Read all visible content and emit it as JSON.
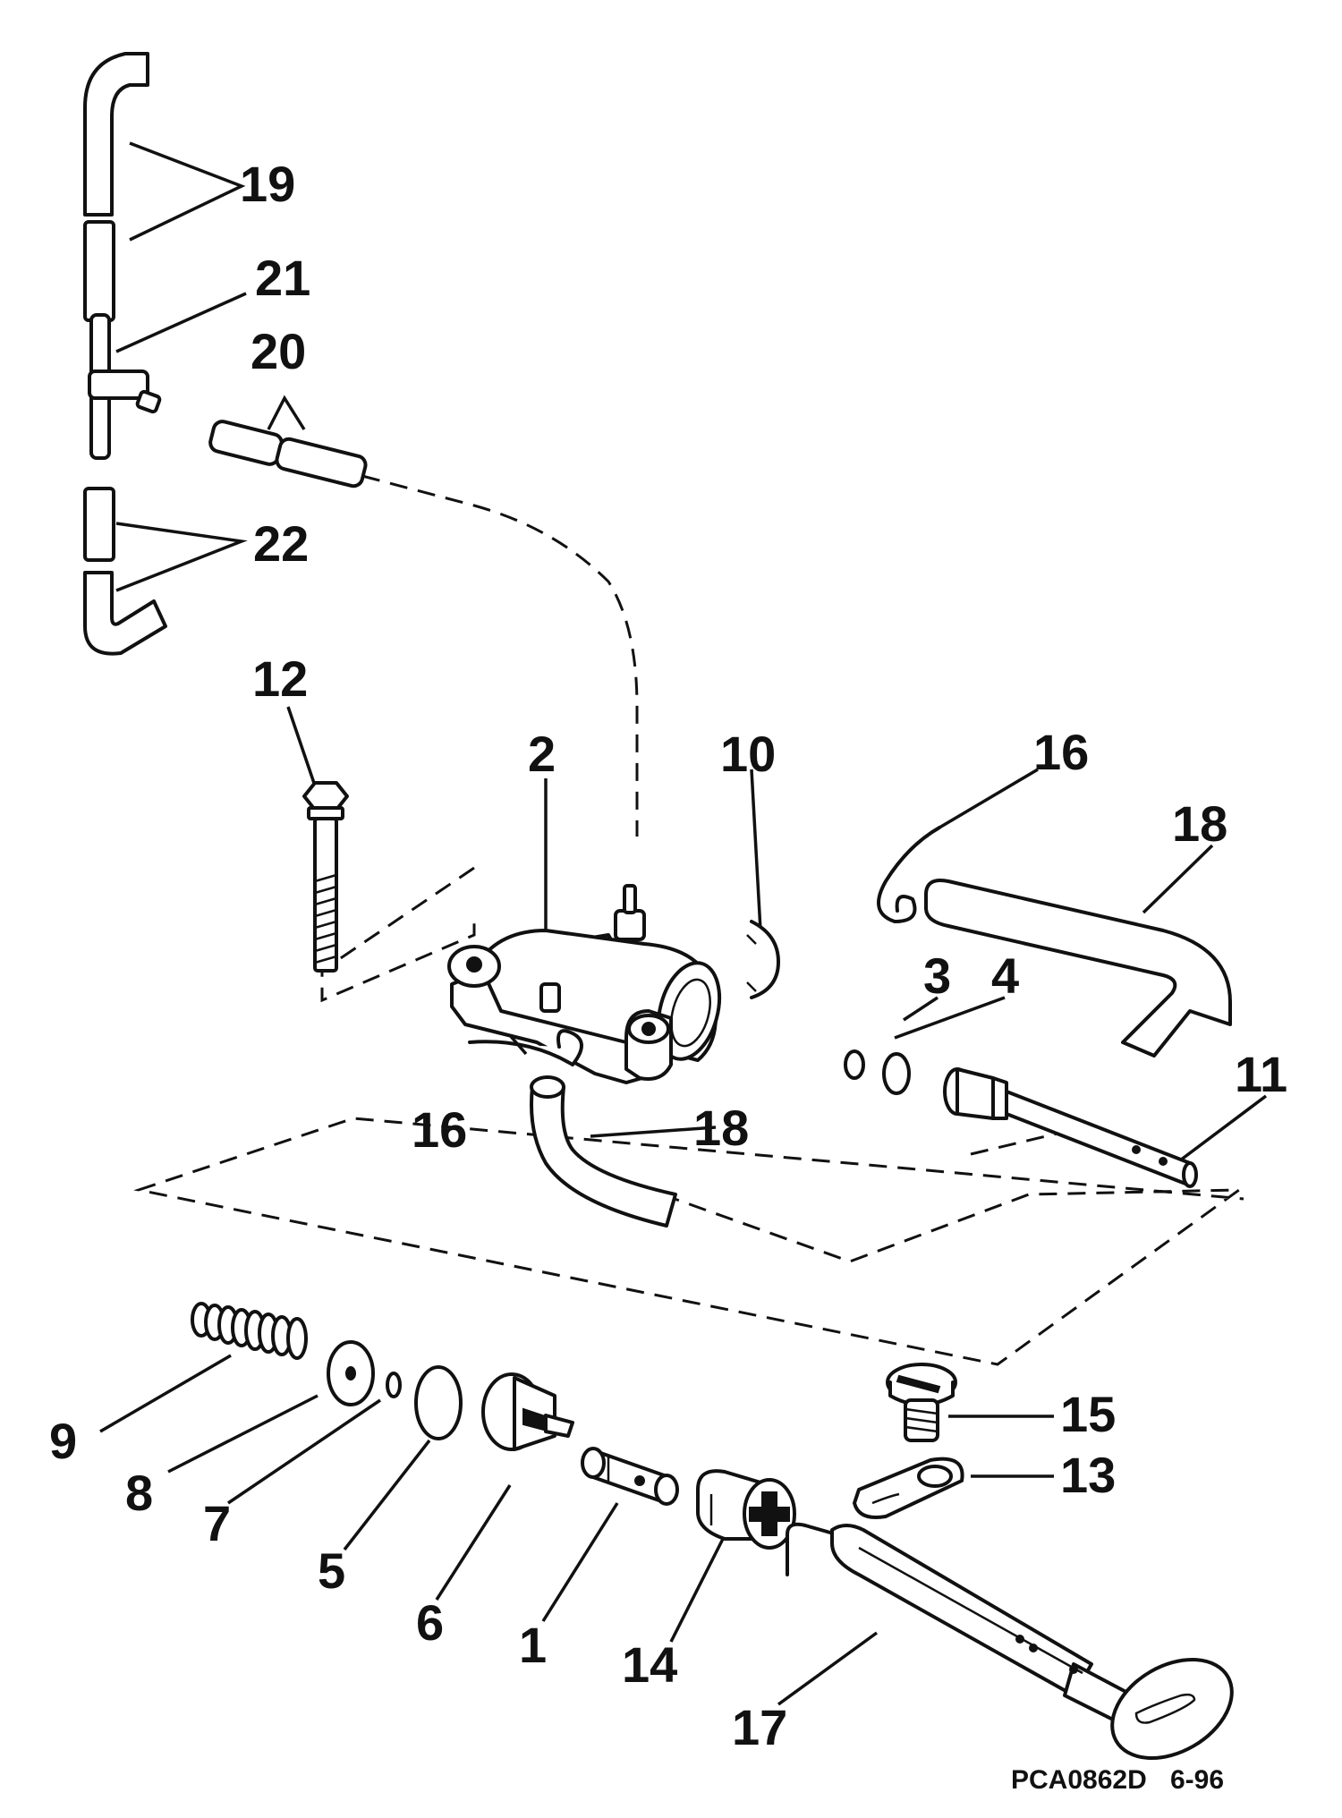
{
  "diagram": {
    "labels": [
      {
        "key": "p19",
        "text": "19"
      },
      {
        "key": "p21",
        "text": "21"
      },
      {
        "key": "p20",
        "text": "20"
      },
      {
        "key": "p22",
        "text": "22"
      },
      {
        "key": "p12",
        "text": "12"
      },
      {
        "key": "p2",
        "text": "2"
      },
      {
        "key": "p10",
        "text": "10"
      },
      {
        "key": "p16a",
        "text": "16"
      },
      {
        "key": "p18a",
        "text": "18"
      },
      {
        "key": "p3",
        "text": "3"
      },
      {
        "key": "p4",
        "text": "4"
      },
      {
        "key": "p11",
        "text": "11"
      },
      {
        "key": "p16b",
        "text": "16"
      },
      {
        "key": "p18b",
        "text": "18"
      },
      {
        "key": "p9",
        "text": "9"
      },
      {
        "key": "p8",
        "text": "8"
      },
      {
        "key": "p7",
        "text": "7"
      },
      {
        "key": "p5",
        "text": "5"
      },
      {
        "key": "p6",
        "text": "6"
      },
      {
        "key": "p1",
        "text": "1"
      },
      {
        "key": "p14",
        "text": "14"
      },
      {
        "key": "p17",
        "text": "17"
      },
      {
        "key": "p15",
        "text": "15"
      },
      {
        "key": "p13",
        "text": "13"
      }
    ],
    "drawing_code": "PCA0862D",
    "revision": "6-96"
  }
}
